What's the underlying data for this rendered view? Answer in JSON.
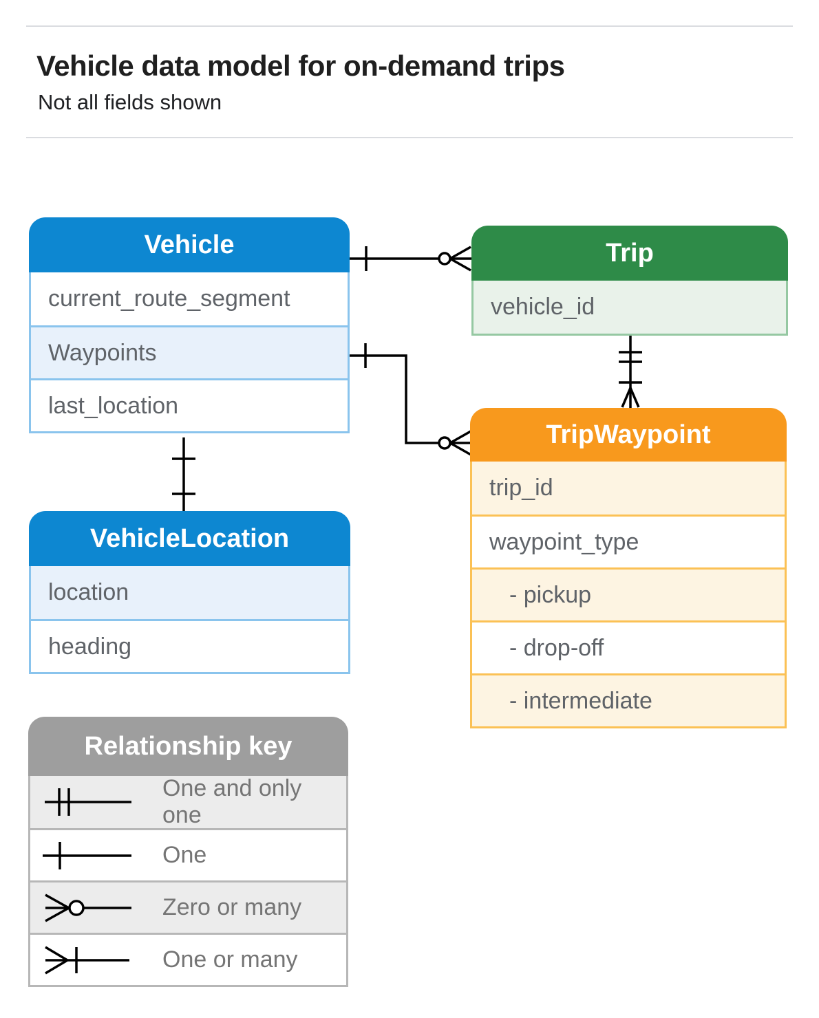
{
  "header": {
    "title": "Vehicle data model for on-demand trips",
    "subtitle": "Not all fields shown"
  },
  "colors": {
    "vehicle_header": "#0d87d1",
    "vehicle_row_highlight": "#e8f1fb",
    "vehicle_border": "#8ac4ed",
    "trip_header": "#2e8b48",
    "trip_row_highlight": "#e9f2ea",
    "trip_border": "#95c8a2",
    "trip_waypoint_header": "#f8991d",
    "trip_waypoint_row_highlight": "#fdf4e2",
    "trip_waypoint_border": "#fbc155",
    "legend_header": "#9e9e9e",
    "legend_row_highlight": "#ececec",
    "legend_border": "#b7b7b7",
    "field_text": "#5f6368",
    "legend_text": "#757575",
    "connector": "#000000",
    "divider": "#dadce0"
  },
  "entities": {
    "vehicle": {
      "title": "Vehicle",
      "fields": [
        "current_route_segment",
        "Waypoints",
        "last_location"
      ]
    },
    "trip": {
      "title": "Trip",
      "fields": [
        "vehicle_id"
      ]
    },
    "trip_waypoint": {
      "title": "TripWaypoint",
      "fields": [
        "trip_id",
        "waypoint_type",
        "- pickup",
        "- drop-off",
        "- intermediate"
      ]
    },
    "vehicle_location": {
      "title": "VehicleLocation",
      "fields": [
        "location",
        "heading"
      ]
    }
  },
  "legend": {
    "title": "Relationship key",
    "items": [
      {
        "symbol": "one-and-only-one",
        "label": "One and only one"
      },
      {
        "symbol": "one",
        "label": "One"
      },
      {
        "symbol": "zero-or-many",
        "label": "Zero or many"
      },
      {
        "symbol": "one-or-many",
        "label": "One or many"
      }
    ]
  },
  "relationships": [
    {
      "from": "Vehicle",
      "to": "Trip",
      "from_cardinality": "one",
      "to_cardinality": "zero-or-many"
    },
    {
      "from": "Vehicle.Waypoints",
      "to": "TripWaypoint",
      "from_cardinality": "one",
      "to_cardinality": "zero-or-many"
    },
    {
      "from": "Trip",
      "to": "TripWaypoint",
      "from_cardinality": "one-and-only-one",
      "to_cardinality": "one-or-many"
    },
    {
      "from": "Vehicle",
      "to": "VehicleLocation",
      "from_cardinality": "one",
      "to_cardinality": "one"
    }
  ]
}
